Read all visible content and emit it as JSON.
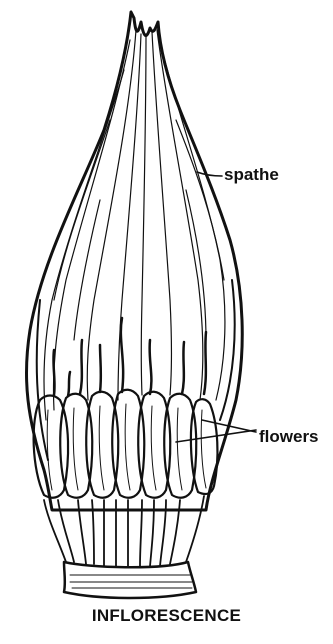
{
  "labels": {
    "spathe": "spathe",
    "flowers": "flowers"
  },
  "caption": "INFLORESCENCE",
  "colors": {
    "ink": "#111111",
    "paper": "#ffffff"
  }
}
